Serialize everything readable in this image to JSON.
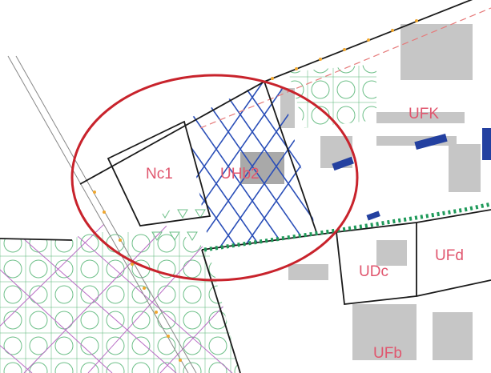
{
  "map": {
    "zones": [
      {
        "id": "nc1",
        "label": "Nc1"
      },
      {
        "id": "uhb2",
        "label": "UHb2"
      },
      {
        "id": "ufk",
        "label": "UFK"
      },
      {
        "id": "udc",
        "label": "UDc"
      },
      {
        "id": "ufd",
        "label": "UFd"
      },
      {
        "id": "ufb",
        "label": "UFb"
      }
    ],
    "colors": {
      "zone_label": "#e0566e",
      "highlight_circle": "#c8232c",
      "zone_boundary": "#1a1a1a",
      "hatch_blue": "#2b4fb8",
      "green_dotted_boundary": "#1f9a5a",
      "green_pattern": "#6dbf88",
      "purple_grid": "#b86bc4",
      "building_gray": "#c6c6c6",
      "dark_gray_building": "#a9a9a9",
      "blue_marker": "#2340a0",
      "orange_marker": "#f0a830",
      "red_dashed": "#e67a7a"
    }
  }
}
